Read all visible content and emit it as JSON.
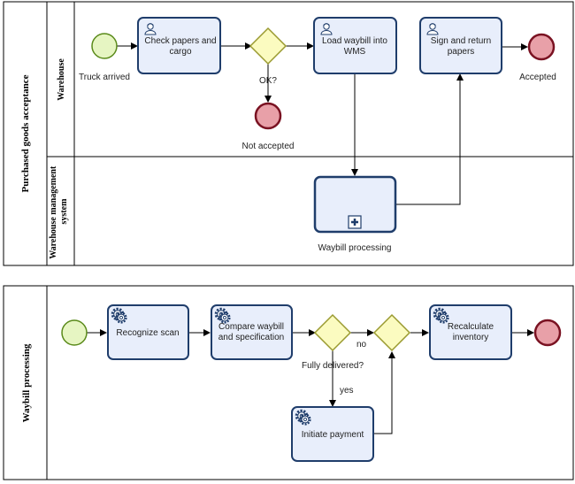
{
  "pools": [
    {
      "label": "Purchased goods acceptance",
      "lanes": [
        "Warehouse",
        "Warehouse management system"
      ],
      "tasks": {
        "check": "Check papers and cargo",
        "load": "Load waybill into WMS",
        "sign": "Sign and return papers",
        "subprocess": "Waybill processing"
      },
      "events": {
        "start": "Truck arrived",
        "not_accepted": "Not accepted",
        "accepted": "Accepted"
      },
      "gateway": "OK?"
    },
    {
      "label": "Waybill processing",
      "tasks": {
        "recognize": "Recognize scan",
        "compare": "Compare waybill and specification",
        "payment": "Initiate payment",
        "recalc": "Recalculate inventory"
      },
      "gateway": "Fully delivered?",
      "flows": {
        "no": "no",
        "yes": "yes"
      }
    }
  ],
  "colors": {
    "task_fill": "#e8eefb",
    "task_stroke": "#1f3d6b",
    "start_fill": "#e6f5c2",
    "start_stroke": "#5a8a1a",
    "end_fill": "#e8a0a8",
    "end_stroke": "#7a1222",
    "gateway_fill": "#fbfbc0",
    "gateway_stroke": "#9a9a30"
  },
  "icons": {
    "user_task": "user-icon",
    "service_task": "gear-icon",
    "subprocess_marker": "plus-icon"
  }
}
